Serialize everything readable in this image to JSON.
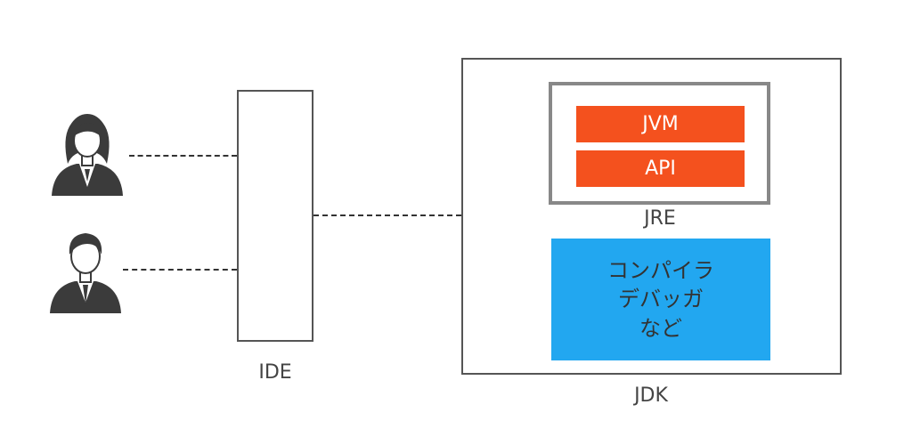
{
  "users": [
    {
      "icon": "female-user-icon"
    },
    {
      "icon": "male-user-icon"
    }
  ],
  "ide": {
    "label": "IDE"
  },
  "jdk": {
    "label": "JDK",
    "jre": {
      "label": "JRE",
      "components": [
        "JVM",
        "API"
      ]
    },
    "tools": {
      "lines": [
        "コンパイラ",
        "デバッガ",
        "など"
      ]
    }
  },
  "colors": {
    "jre_component": "#f4511e",
    "tools_box": "#22a7f0",
    "box_border": "#555555",
    "jre_border": "#888888",
    "icon": "#3b3b3b"
  }
}
